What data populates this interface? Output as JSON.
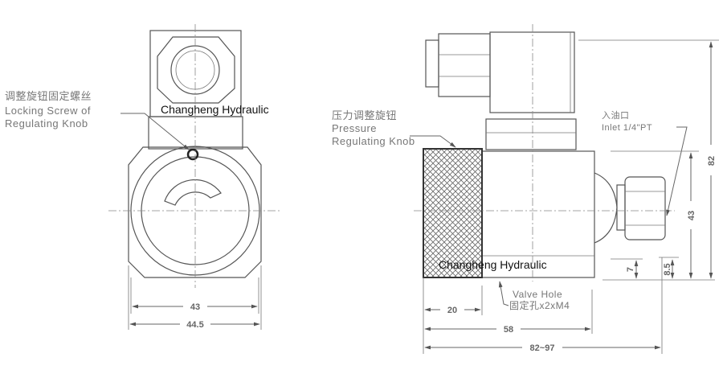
{
  "watermark": "Changheng Hydraulic",
  "left_view": {
    "callout_cn": "调整旋钮固定螺丝",
    "callout_en_1": "Locking Screw of",
    "callout_en_2": "Regulating Knob",
    "dim_inner": "43",
    "dim_outer": "44.5"
  },
  "right_view": {
    "knob_cn": "压力调整旋钮",
    "knob_en_1": "Pressure",
    "knob_en_2": "Regulating Knob",
    "inlet_cn": "入油口",
    "inlet_en": "Inlet 1/4\"PT",
    "valve_hole_en": "Valve Hole",
    "valve_hole_cn": "固定孔x2xM4",
    "dim_knob": "20",
    "dim_body": "58",
    "dim_total": "82~97",
    "dim_height": "82",
    "dim_body_height": "43",
    "dim_offset_1": "8.5",
    "dim_offset_2": "7"
  }
}
